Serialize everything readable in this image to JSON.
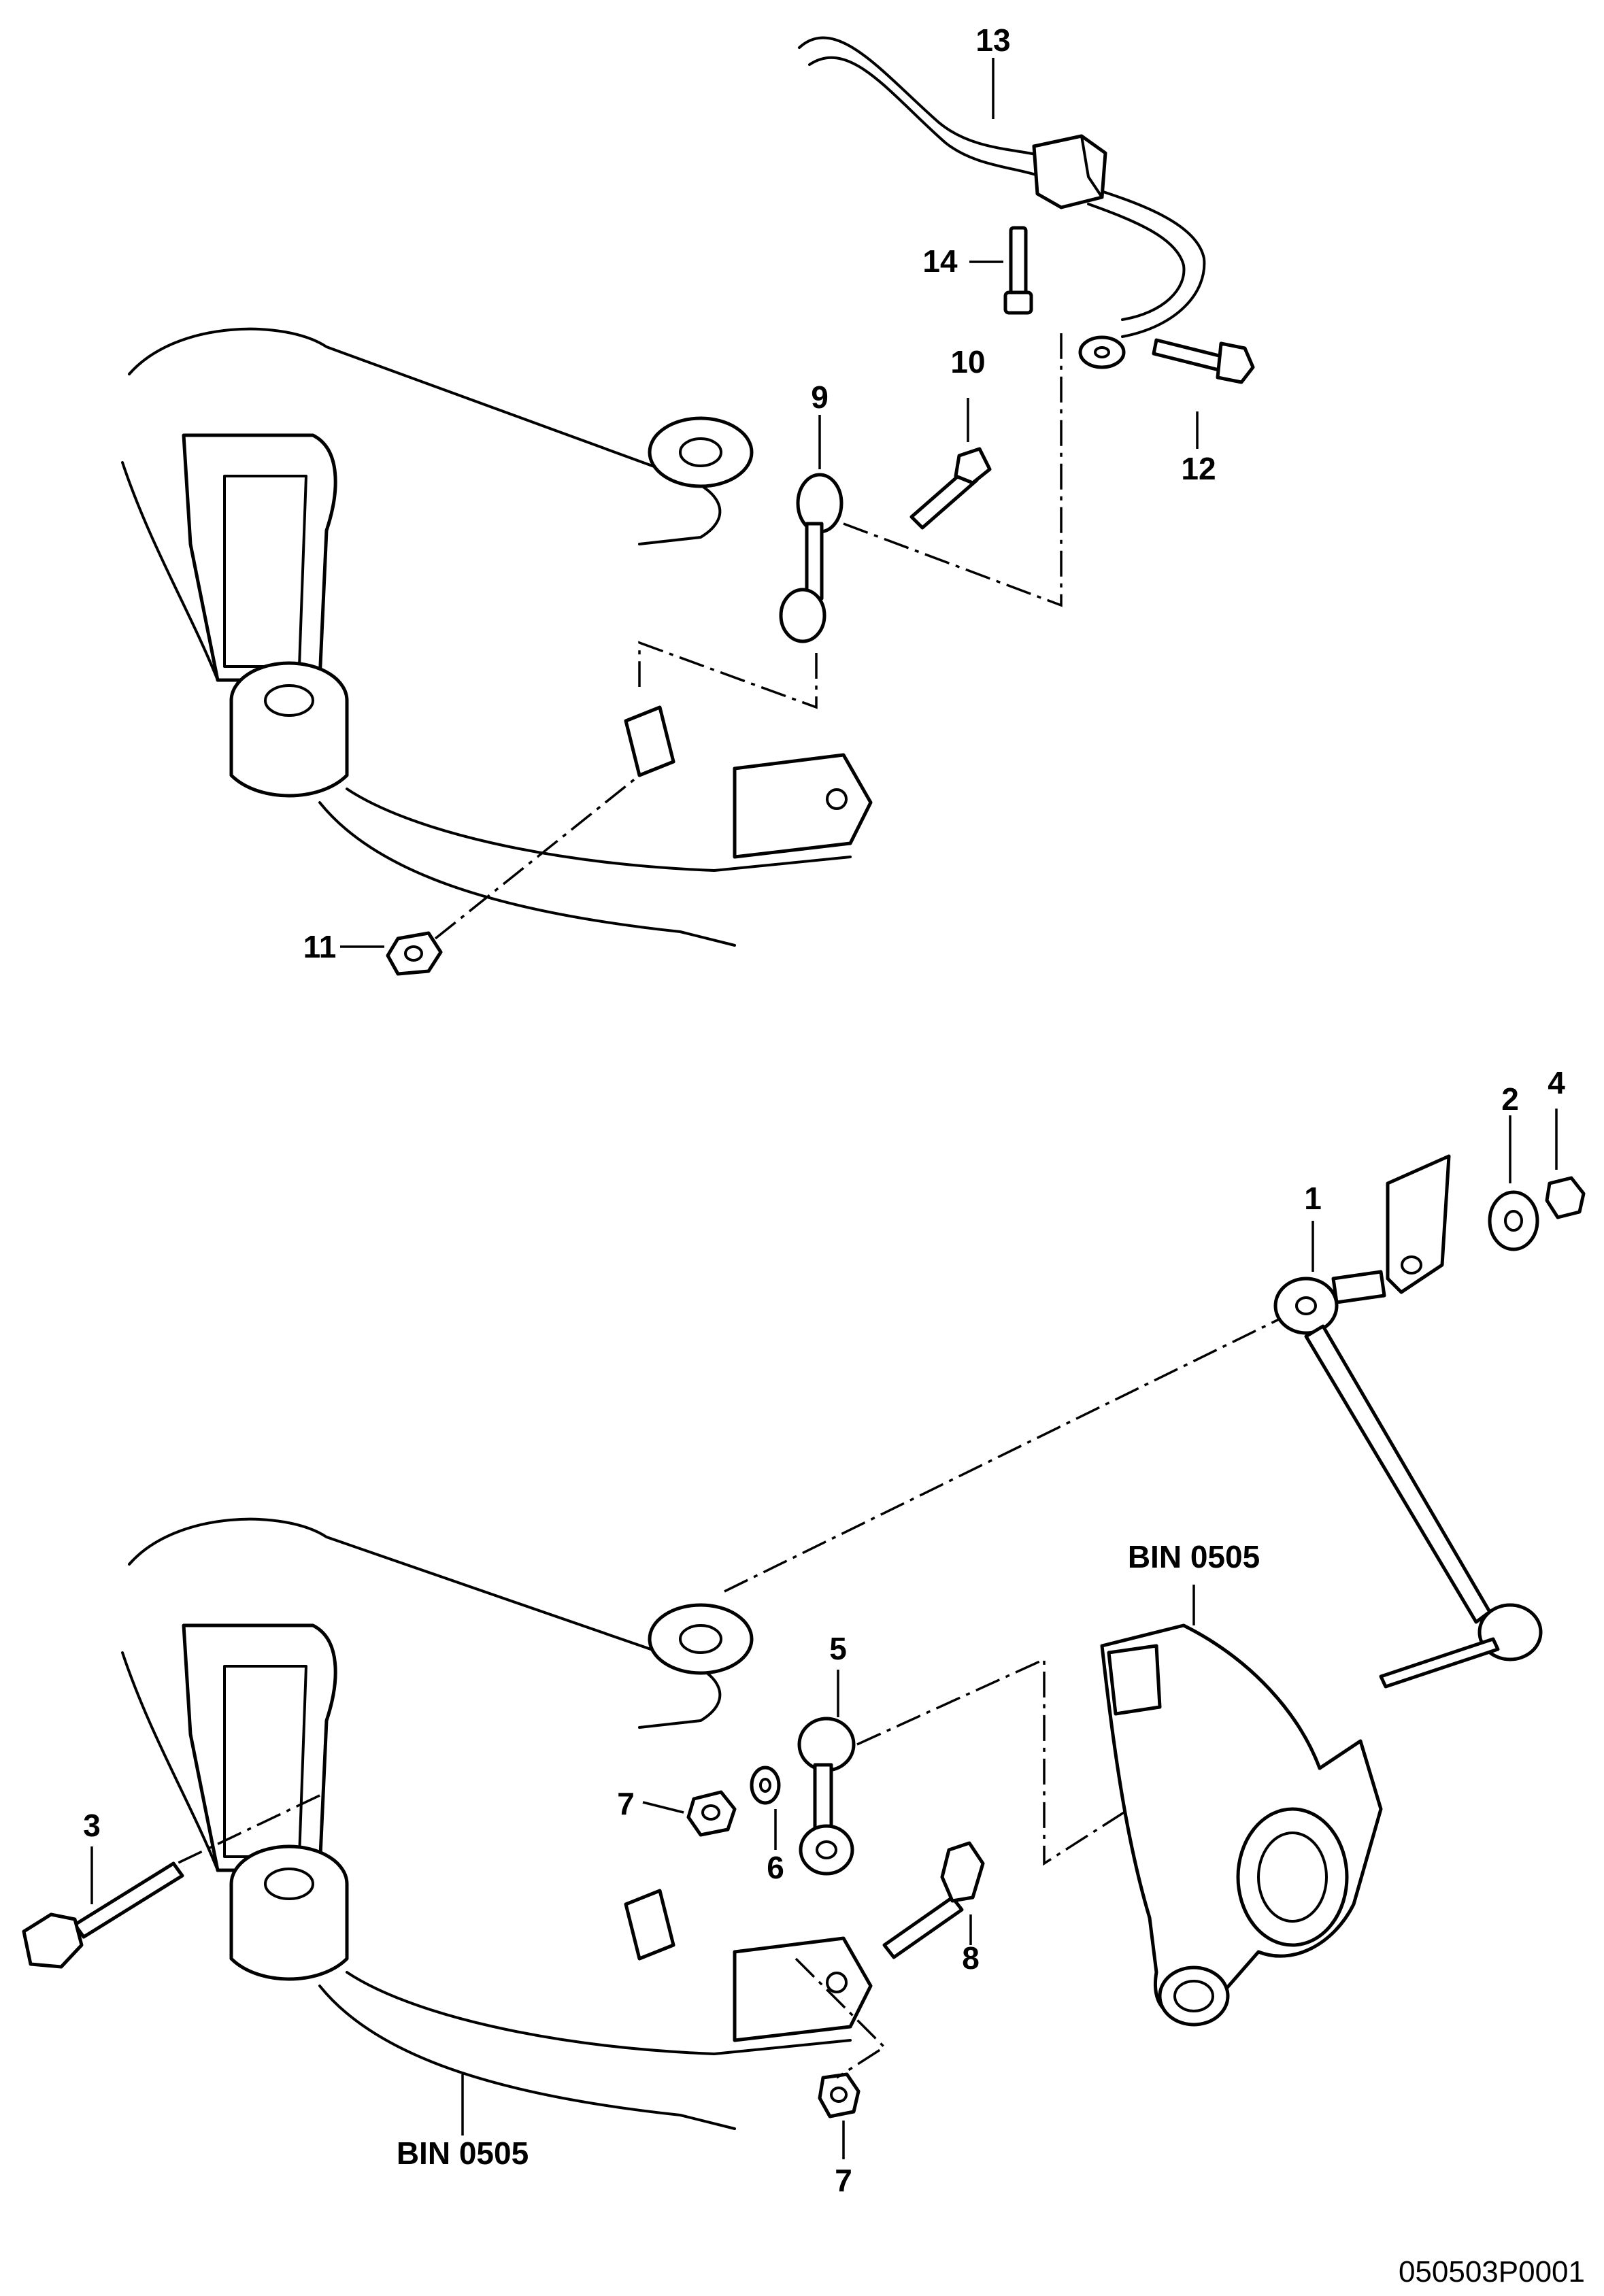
{
  "diagram": {
    "image_ref": "050503P0001",
    "callouts": [
      {
        "id": "c1",
        "label": "1"
      },
      {
        "id": "c2",
        "label": "2"
      },
      {
        "id": "c3",
        "label": "3"
      },
      {
        "id": "c4",
        "label": "4"
      },
      {
        "id": "c5",
        "label": "5"
      },
      {
        "id": "c6",
        "label": "6"
      },
      {
        "id": "c7a",
        "label": "7"
      },
      {
        "id": "c7b",
        "label": "7"
      },
      {
        "id": "c8",
        "label": "8"
      },
      {
        "id": "c9",
        "label": "9"
      },
      {
        "id": "c10",
        "label": "10"
      },
      {
        "id": "c11",
        "label": "11"
      },
      {
        "id": "c12",
        "label": "12"
      },
      {
        "id": "c13",
        "label": "13"
      },
      {
        "id": "c14",
        "label": "14"
      }
    ],
    "bin_refs": [
      {
        "id": "bin-knuckle",
        "label": "BIN 0505"
      },
      {
        "id": "bin-arm",
        "label": "BIN 0505"
      }
    ]
  }
}
